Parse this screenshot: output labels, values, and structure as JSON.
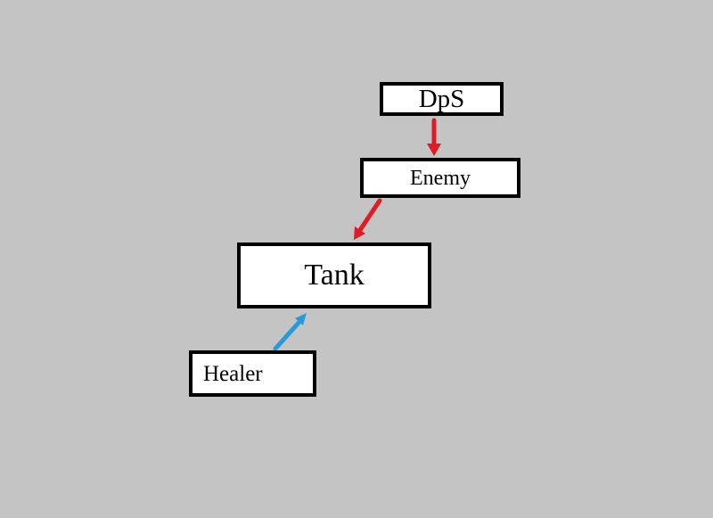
{
  "diagram": {
    "nodes": [
      {
        "id": "dps",
        "label": "DpS"
      },
      {
        "id": "enemy",
        "label": "Enemy"
      },
      {
        "id": "tank",
        "label": "Tank"
      },
      {
        "id": "healer",
        "label": "Healer"
      }
    ],
    "edges": [
      {
        "from": "DpS",
        "to": "Enemy",
        "color": "#e01b24",
        "direction": "down"
      },
      {
        "from": "Enemy",
        "to": "Tank",
        "color": "#e01b24",
        "direction": "down-left"
      },
      {
        "from": "Healer",
        "to": "Tank",
        "color": "#2999d8",
        "direction": "up-right"
      }
    ],
    "colors": {
      "background": "#c4c4c5",
      "node_fill": "#ffffff",
      "node_border": "#000000",
      "red_arrow": "#e01b24",
      "blue_arrow": "#2999d8"
    }
  }
}
